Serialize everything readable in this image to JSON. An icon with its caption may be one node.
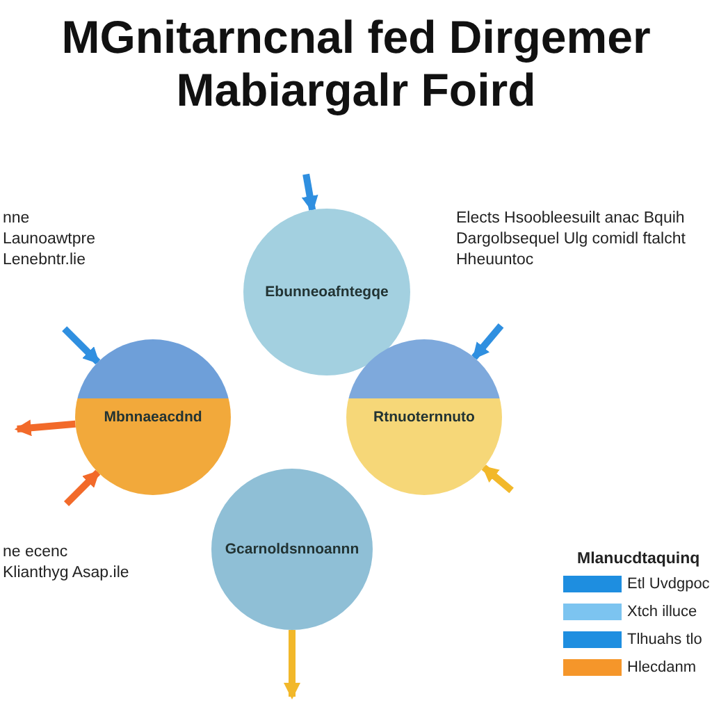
{
  "diagram": {
    "title": "MGnitarncnal fed Dirgemer Mabiargalr Foird",
    "nodes": [
      {
        "text": [
          "Ebunneoafntegqe"
        ]
      },
      {
        "text": [
          "Mbnnaeacdnd"
        ]
      },
      {
        "text": [
          "Rtnuoternnuto"
        ]
      },
      {
        "text": [
          "Gcarnoldsnnoannn"
        ]
      }
    ],
    "edges": [
      {
        "from": null,
        "to": 0,
        "arrow": "to",
        "color": "#2f8fe0"
      },
      {
        "from": null,
        "to": 1,
        "arrow": "to",
        "color": "#2f8fe0"
      },
      {
        "from": 1,
        "to": null,
        "arrow": "to",
        "color": "#f26a2a"
      },
      {
        "from": null,
        "to": 1,
        "arrow": "to",
        "color": "#f26a2a"
      },
      {
        "from": null,
        "to": 2,
        "arrow": "to",
        "color": "#2f8fe0"
      },
      {
        "from": null,
        "to": 2,
        "arrow": "to",
        "color": "#f2b82a"
      },
      {
        "from": 3,
        "to": null,
        "arrow": "to",
        "color": "#f2b82a"
      }
    ],
    "labels": [
      "nne Launoawtpre Lenebntr.lie",
      "Elects Hsoobleesuilt anac Bquih Dargolbsequel Ulg comidl ftalcht Hheuuntoc",
      "ne ecenc Klianthyg Asap.ile",
      "Mlanucdtaquinq"
    ],
    "legend": [
      {
        "text": "Etl Uvdgpoc",
        "color": "#1e8ee0"
      },
      {
        "text": "Xtch illuce",
        "color": "#7cc4f0"
      },
      {
        "text": "Tlhuahs tlo",
        "color": "#1e8ee0"
      },
      {
        "text": "Hlecdanm",
        "color": "#f5962a"
      }
    ]
  }
}
